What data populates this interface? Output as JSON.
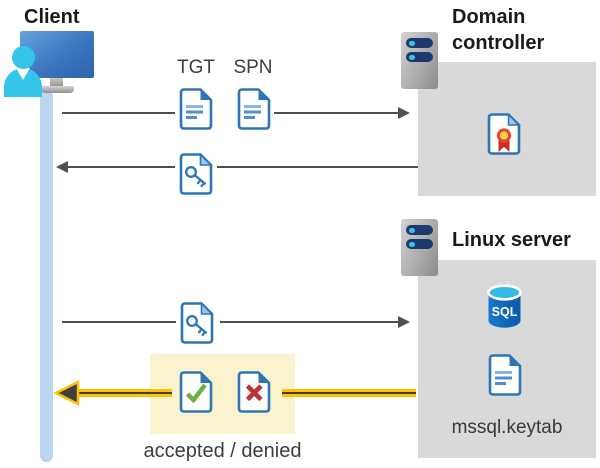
{
  "nodes": {
    "client": {
      "label": "Client"
    },
    "domain_controller": {
      "label": "Domain controller"
    },
    "linux_server": {
      "label": "Linux server",
      "sql_label": "SQL",
      "keytab_label": "mssql.keytab"
    }
  },
  "flows": {
    "tgt_label": "TGT",
    "spn_label": "SPN",
    "result_caption": "accepted / denied"
  },
  "icons": {
    "client": "user-at-monitor-icon",
    "client_timeline": "timeline-bar",
    "domain_controller": "server-icon",
    "linux_server": "server-icon",
    "tgt": "text-document-icon",
    "spn": "text-document-icon",
    "ticket_from_dc": "key-document-icon",
    "ticket_to_linux": "key-document-icon",
    "certificate": "certificate-document-icon",
    "sql": "sql-database-icon",
    "keytab": "text-document-icon",
    "accepted": "check-document-icon",
    "denied": "x-document-icon"
  },
  "colors": {
    "doc_blue": "#2e75b6",
    "panel_gray": "#d9d9d9",
    "timeline_blue": "#bad5f2",
    "arrow_gray": "#4f4f4f",
    "highlight_yellow": "#ffc103",
    "highlight_box_yellow": "#faf3cd",
    "accept_green": "#6fae44",
    "deny_red": "#be3038",
    "sql_body_blue": "#0f63b8",
    "sql_top_cyan": "#36bae7",
    "person_cyan": "#35c5ea"
  }
}
